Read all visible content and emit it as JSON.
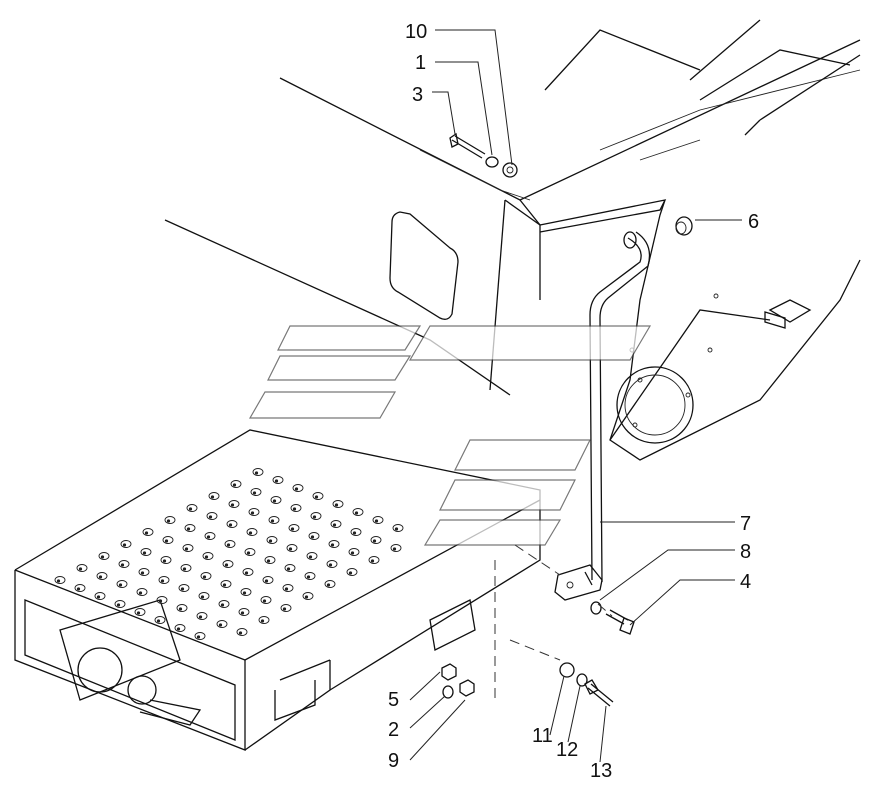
{
  "callouts": {
    "1": "1",
    "2": "2",
    "3": "3",
    "4": "4",
    "5": "5",
    "6": "6",
    "7": "7",
    "8": "8",
    "9": "9",
    "10": "10",
    "11": "11",
    "12": "12",
    "13": "13"
  },
  "colors": {
    "line": "#111111",
    "background": "#ffffff"
  }
}
